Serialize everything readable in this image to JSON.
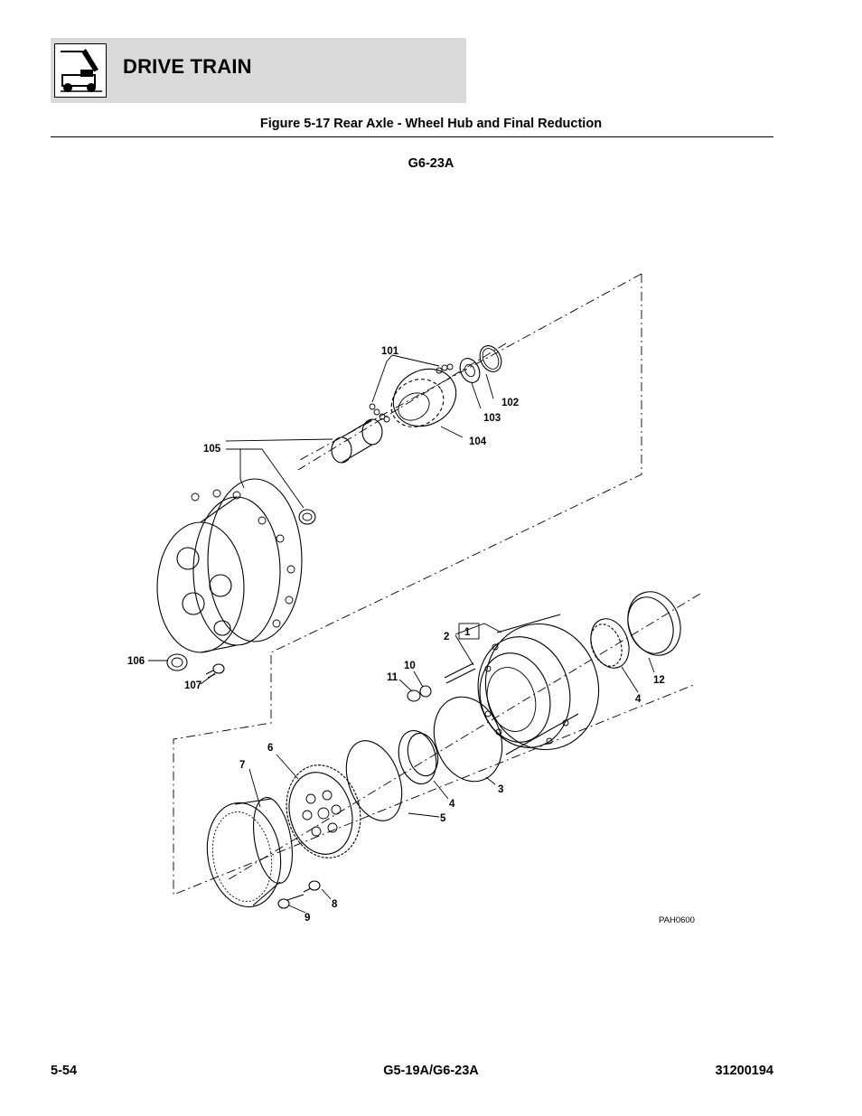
{
  "header": {
    "section_title": "DRIVE TRAIN",
    "logo_icon": "lift-truck-icon"
  },
  "figure": {
    "caption": "Figure 5-17 Rear Axle - Wheel Hub and Final Reduction",
    "model": "G6-23A",
    "drawing_code": "PAH0600",
    "callouts": {
      "c101": "101",
      "c102": "102",
      "c103": "103",
      "c104": "104",
      "c105": "105",
      "c106": "106",
      "c107": "107",
      "c1": "1",
      "c2": "2",
      "c3": "3",
      "c4a": "4",
      "c4b": "4",
      "c5": "5",
      "c6": "6",
      "c7": "7",
      "c8": "8",
      "c9": "9",
      "c10": "10",
      "c11": "11",
      "c12": "12"
    }
  },
  "footer": {
    "page_number": "5-54",
    "models": "G5-19A/G6-23A",
    "manual_number": "31200194"
  }
}
